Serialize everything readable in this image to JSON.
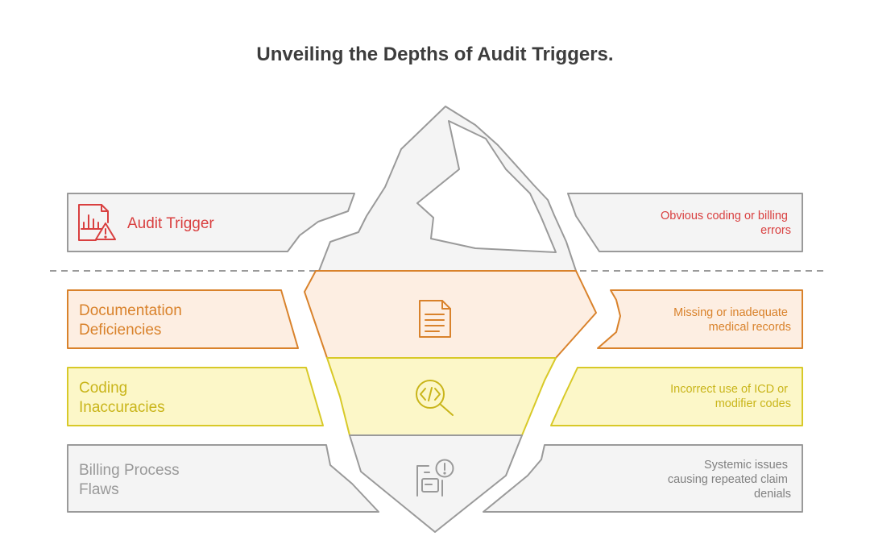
{
  "title": "Unveiling the Depths of Audit Triggers.",
  "layers": [
    {
      "label_lines": [
        "Audit Trigger"
      ],
      "description_lines": [
        "Obvious coding or billing",
        "errors"
      ],
      "color": "#d94040",
      "fill": "#f4f4f4",
      "stroke": "#9a9a9a",
      "icon": "document-chart-warning-icon"
    },
    {
      "label_lines": [
        "Documentation",
        "Deficiencies"
      ],
      "description_lines": [
        "Missing or inadequate",
        "medical records"
      ],
      "color": "#d9822b",
      "fill": "#fdeee2",
      "stroke": "#d9822b",
      "icon": "document-lines-icon"
    },
    {
      "label_lines": [
        "Coding",
        "Inaccuracies"
      ],
      "description_lines": [
        "Incorrect use of ICD or",
        "modifier codes"
      ],
      "color": "#c9b51a",
      "fill": "#fcf7c8",
      "stroke": "#d8c928",
      "icon": "code-search-icon"
    },
    {
      "label_lines": [
        "Billing Process",
        "Flaws"
      ],
      "description_lines": [
        "Systemic issues",
        "causing repeated claim",
        "denials"
      ],
      "color": "#999999",
      "fill": "#f4f4f4",
      "stroke": "#9a9a9a",
      "icon": "billing-alert-icon"
    }
  ]
}
